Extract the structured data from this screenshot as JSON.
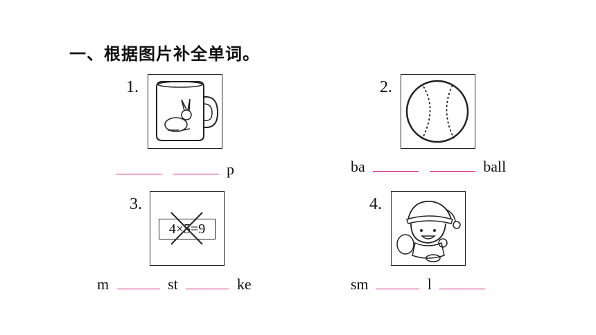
{
  "title": "一、根据图片补全单词。",
  "items": [
    {
      "number": "1.",
      "icon": "mug-with-rabbit-icon",
      "parts": [
        "",
        "",
        "p"
      ]
    },
    {
      "number": "2.",
      "icon": "baseball-icon",
      "parts": [
        "ba",
        "",
        "",
        "ball"
      ]
    },
    {
      "number": "3.",
      "icon": "wrong-equation-icon",
      "equation": "4×5=9",
      "parts": [
        "m",
        "",
        "st",
        "",
        "ke"
      ]
    },
    {
      "number": "4.",
      "icon": "smiling-child-icon",
      "parts": [
        "sm",
        "",
        "l",
        ""
      ]
    }
  ],
  "colors": {
    "blank_line": "#d6187d"
  }
}
